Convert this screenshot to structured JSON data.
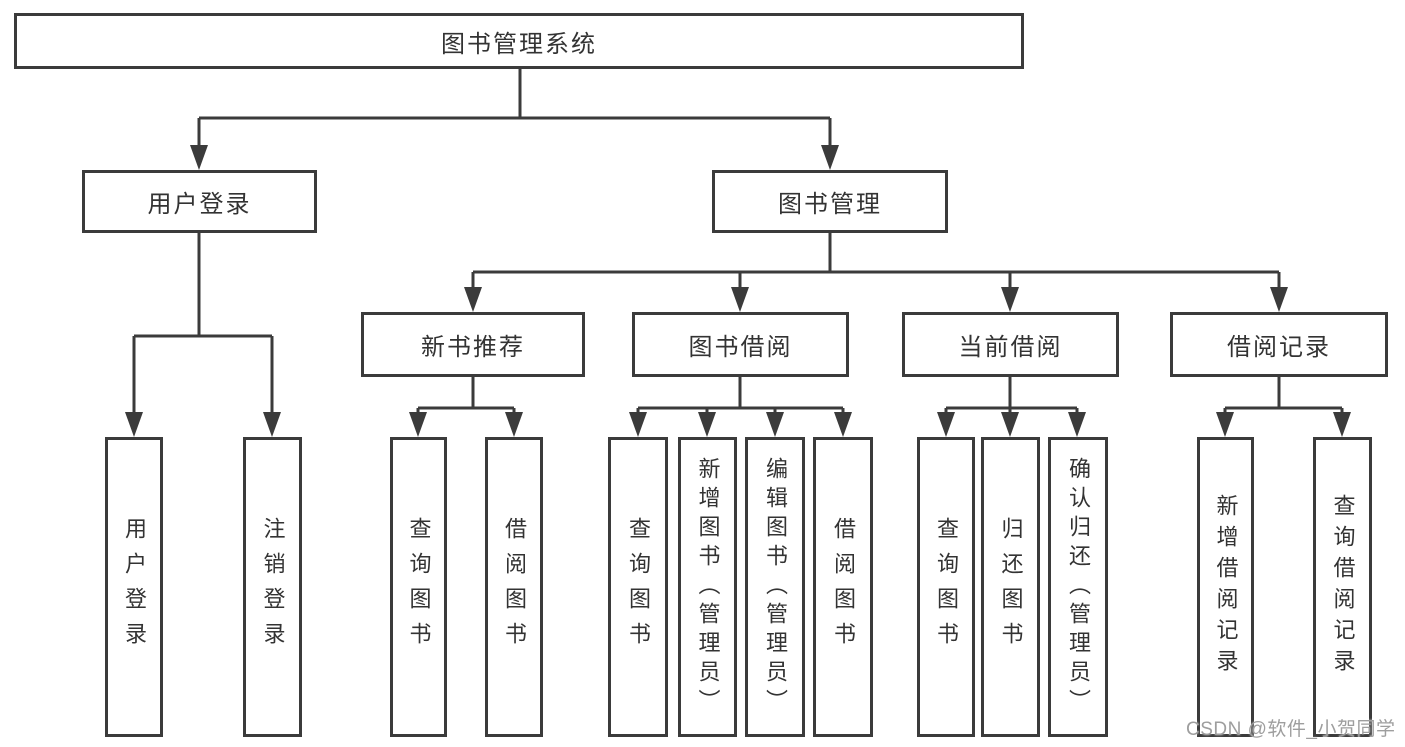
{
  "watermark": "CSDN @软件_小贺同学",
  "colors": {
    "line": "#3b3b3b",
    "text": "#333333",
    "watermark": "#9e9e9e",
    "background": "#ffffff"
  },
  "tree": {
    "root": {
      "label": "图书管理系统",
      "children": [
        {
          "label": "用户登录",
          "children": [
            {
              "label": "用户登录"
            },
            {
              "label": "注销登录"
            }
          ]
        },
        {
          "label": "图书管理",
          "children": [
            {
              "label": "新书推荐",
              "children": [
                {
                  "label": "查询图书"
                },
                {
                  "label": "借阅图书"
                }
              ]
            },
            {
              "label": "图书借阅",
              "children": [
                {
                  "label": "查询图书"
                },
                {
                  "label": "新增图书（管理员）"
                },
                {
                  "label": "编辑图书（管理员）"
                },
                {
                  "label": "借阅图书"
                }
              ]
            },
            {
              "label": "当前借阅",
              "children": [
                {
                  "label": "查询图书"
                },
                {
                  "label": "归还图书"
                },
                {
                  "label": "确认归还（管理员）"
                }
              ]
            },
            {
              "label": "借阅记录",
              "children": [
                {
                  "label": "新增借阅记录"
                },
                {
                  "label": "查询借阅记录"
                }
              ]
            }
          ]
        }
      ]
    }
  }
}
